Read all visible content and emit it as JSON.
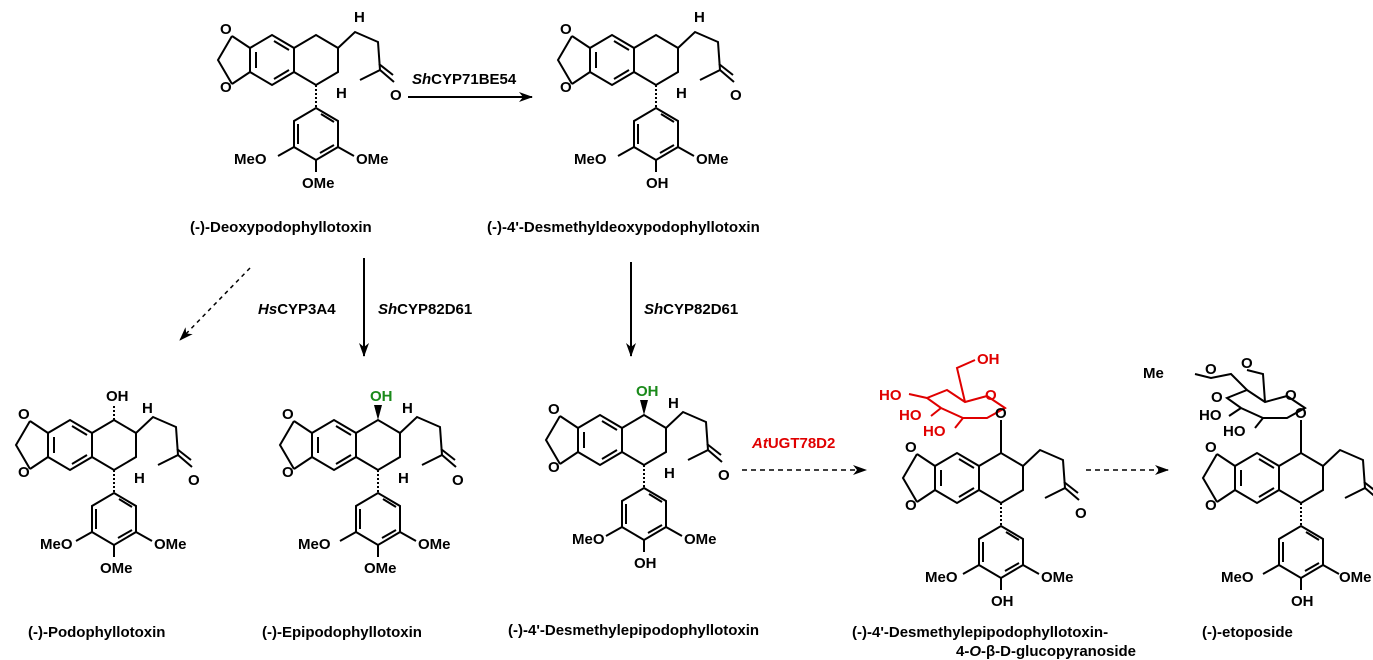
{
  "compounds": {
    "deoxypodophyllotoxin": "(-)-Deoxypodophyllotoxin",
    "desmethyldeoxy": "(-)-4'-Desmethyldeoxypodophyllotoxin",
    "podophyllotoxin": "(-)-Podophyllotoxin",
    "epipodophyllotoxin": "(-)-Epipodophyllotoxin",
    "desmethylepi": "(-)-4'-Desmethylepipodophyllotoxin",
    "glucoside_line1": "(-)-4'-Desmethylepipodophyllotoxin-",
    "glucoside_line2_pre": "4-",
    "glucoside_line2_o": "O",
    "glucoside_line2_post": "-β-D-glucopyranoside",
    "etoposide": "(-)-etoposide"
  },
  "enzymes": {
    "cyp71_italic": "Sh",
    "cyp71_rest": "CYP71BE54",
    "cyp3a4_italic": "Hs",
    "cyp3a4_rest": "CYP3A4",
    "cyp82_a_italic": "Sh",
    "cyp82_a_rest": "CYP82D61",
    "cyp82_b_italic": "Sh",
    "cyp82_b_rest": "CYP82D61",
    "ugt_italic": "At",
    "ugt_rest": "UGT78D2"
  },
  "atoms": {
    "O": "O",
    "H": "H",
    "OH": "OH",
    "MeO": "MeO",
    "OMe": "OMe",
    "Me": "Me",
    "HO": "HO"
  },
  "colors": {
    "highlight_oh": "#1a8a1a",
    "sugar": "#e00000",
    "ink": "#000000"
  }
}
